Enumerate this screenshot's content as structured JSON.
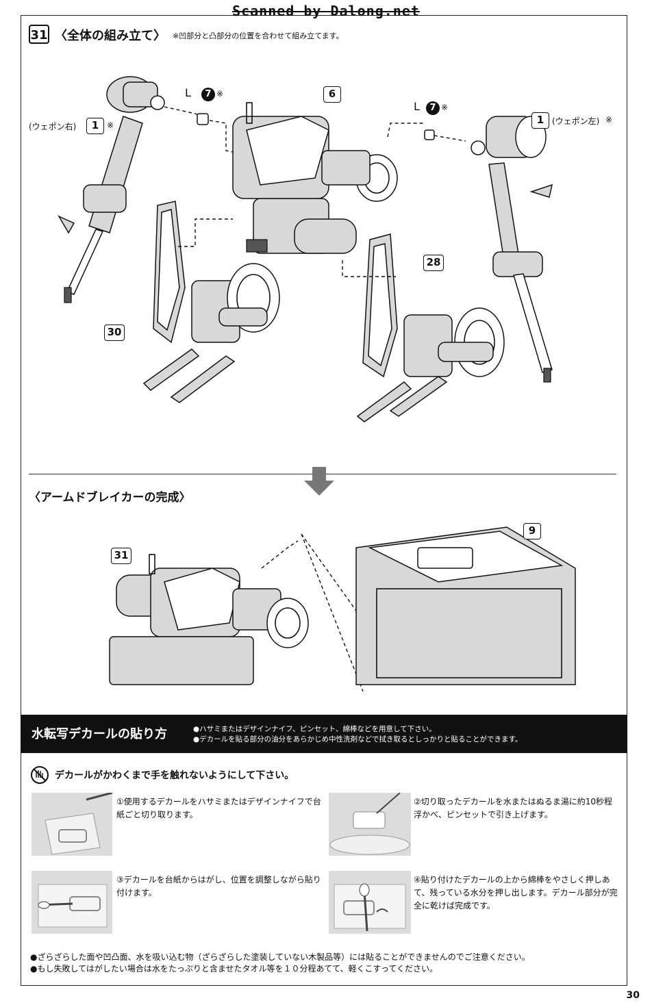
{
  "watermark": "Scanned by Dalong.net",
  "step": {
    "number": "31",
    "title": "〈全体の組み立て〉",
    "note": "※凹部分と凸部分の位置を合わせて組み立てます。"
  },
  "callouts": {
    "weapon_right": "(ウェポン右)",
    "weapon_left": "(ウェポン左)",
    "part1": "1",
    "part6": "6",
    "part28": "28",
    "part30": "30",
    "part31": "31",
    "part9": "9",
    "L": "L",
    "seven": "7",
    "asterisk": "※"
  },
  "completion_title": "〈アームドブレイカーの完成〉",
  "decal": {
    "title": "水転写デカールの貼り方",
    "note1": "●ハサミまたはデザインナイフ、ピンセット、綿棒などを用意して下さい。",
    "note2": "●デカールを貼る部分の油分をあらかじめ中性洗剤などで拭き取るとしっかりと貼ることができます。",
    "warning": "デカールがかわくまで手を触れないようにして下さい。",
    "steps": [
      {
        "line1": "①使用するデカールをハサミまたはデザインナイフで台",
        "line2": "紙ごと切り取ります。",
        "line3": ""
      },
      {
        "line1": "②切り取ったデカールを水またはぬるま湯に約10秒程",
        "line2": "浮かべ、ピンセットで引き上げます。",
        "line3": ""
      },
      {
        "line1": "③デカールを台紙からはがし、位置を調整しながら貼り",
        "line2": "付けます。",
        "line3": ""
      },
      {
        "line1": "④貼り付けたデカールの上から綿棒をやさしく押しあ",
        "line2": "て、残っている水分を押し出します。デカール部分が完",
        "line3": "全に乾けば完成です。"
      }
    ],
    "footnote1": "●ざらざらした面や凹凸面、水を吸い込む物（ざらざらした塗装していない木製品等）には貼ることができませんのでご注意ください。",
    "footnote2": "●もし失敗してはがしたい場合は水をたっぷりと含ませたタオル等を１０分程あてて、軽くこすってください。"
  },
  "page_number": "30"
}
